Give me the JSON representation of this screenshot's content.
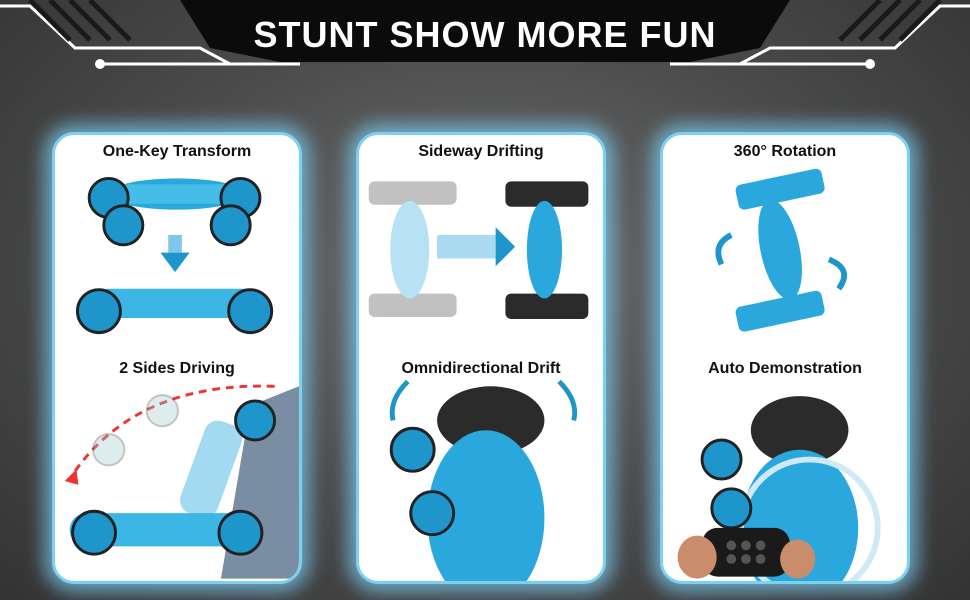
{
  "banner": {
    "title": "STUNT SHOW MORE FUN"
  },
  "panels": [
    {
      "top_label": "One-Key Transform",
      "bottom_label": "2 Sides Driving"
    },
    {
      "top_label": "Sideway Drifting",
      "bottom_label": "Omnidirectional Drift"
    },
    {
      "top_label": "360° Rotation",
      "bottom_label": "Auto Demonstration"
    }
  ]
}
